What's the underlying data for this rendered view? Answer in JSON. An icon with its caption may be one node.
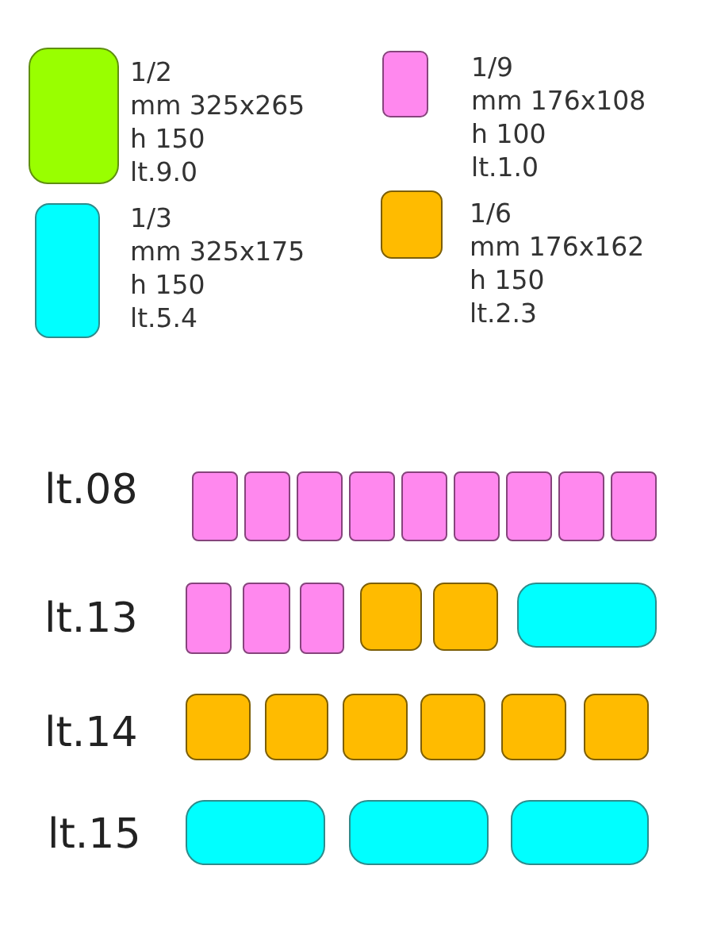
{
  "diagram": {
    "nodes": [
      {
        "text": [],
        "shape": "box",
        "beside": [
          "1/2",
          "mm 325x265",
          "h 150",
          "lt.9.0"
        ]
      },
      {
        "text": [],
        "shape": "box",
        "beside": [
          "1/9",
          "mm 176x108",
          "h 100",
          "lt.1.0"
        ]
      },
      {
        "text": [],
        "shape": "box",
        "beside": [
          "1/3",
          "mm 325x175",
          "h 150",
          "lt.5.4"
        ]
      },
      {
        "text": [],
        "shape": "box",
        "beside": [
          "1/6",
          "mm 176x162",
          "h 150",
          "lt.2.3"
        ]
      },
      {
        "text": [],
        "shape": "box"
      },
      {
        "text": [],
        "shape": "box"
      },
      {
        "text": [],
        "shape": "box"
      },
      {
        "text": [],
        "shape": "box"
      },
      {
        "text": [],
        "shape": "box"
      },
      {
        "text": [],
        "shape": "box"
      },
      {
        "text": [],
        "shape": "box"
      },
      {
        "text": [],
        "shape": "box"
      },
      {
        "text": [],
        "shape": "box"
      },
      {
        "text": [],
        "shape": "box"
      },
      {
        "text": [],
        "shape": "box"
      },
      {
        "text": [],
        "shape": "box"
      },
      {
        "text": [],
        "shape": "box"
      },
      {
        "text": [],
        "shape": "box"
      },
      {
        "text": [],
        "shape": "box"
      },
      {
        "text": [],
        "shape": "box"
      },
      {
        "text": [],
        "shape": "box"
      },
      {
        "text": [],
        "shape": "box"
      },
      {
        "text": [],
        "shape": "box"
      },
      {
        "text": [],
        "shape": "box"
      },
      {
        "text": [],
        "shape": "box"
      },
      {
        "text": [],
        "shape": "box"
      },
      {
        "text": [],
        "shape": "box"
      },
      {
        "text": [],
        "shape": "box"
      }
    ],
    "labels": [
      "lt.08",
      "lt.13",
      "lt.14",
      "lt.15"
    ]
  }
}
